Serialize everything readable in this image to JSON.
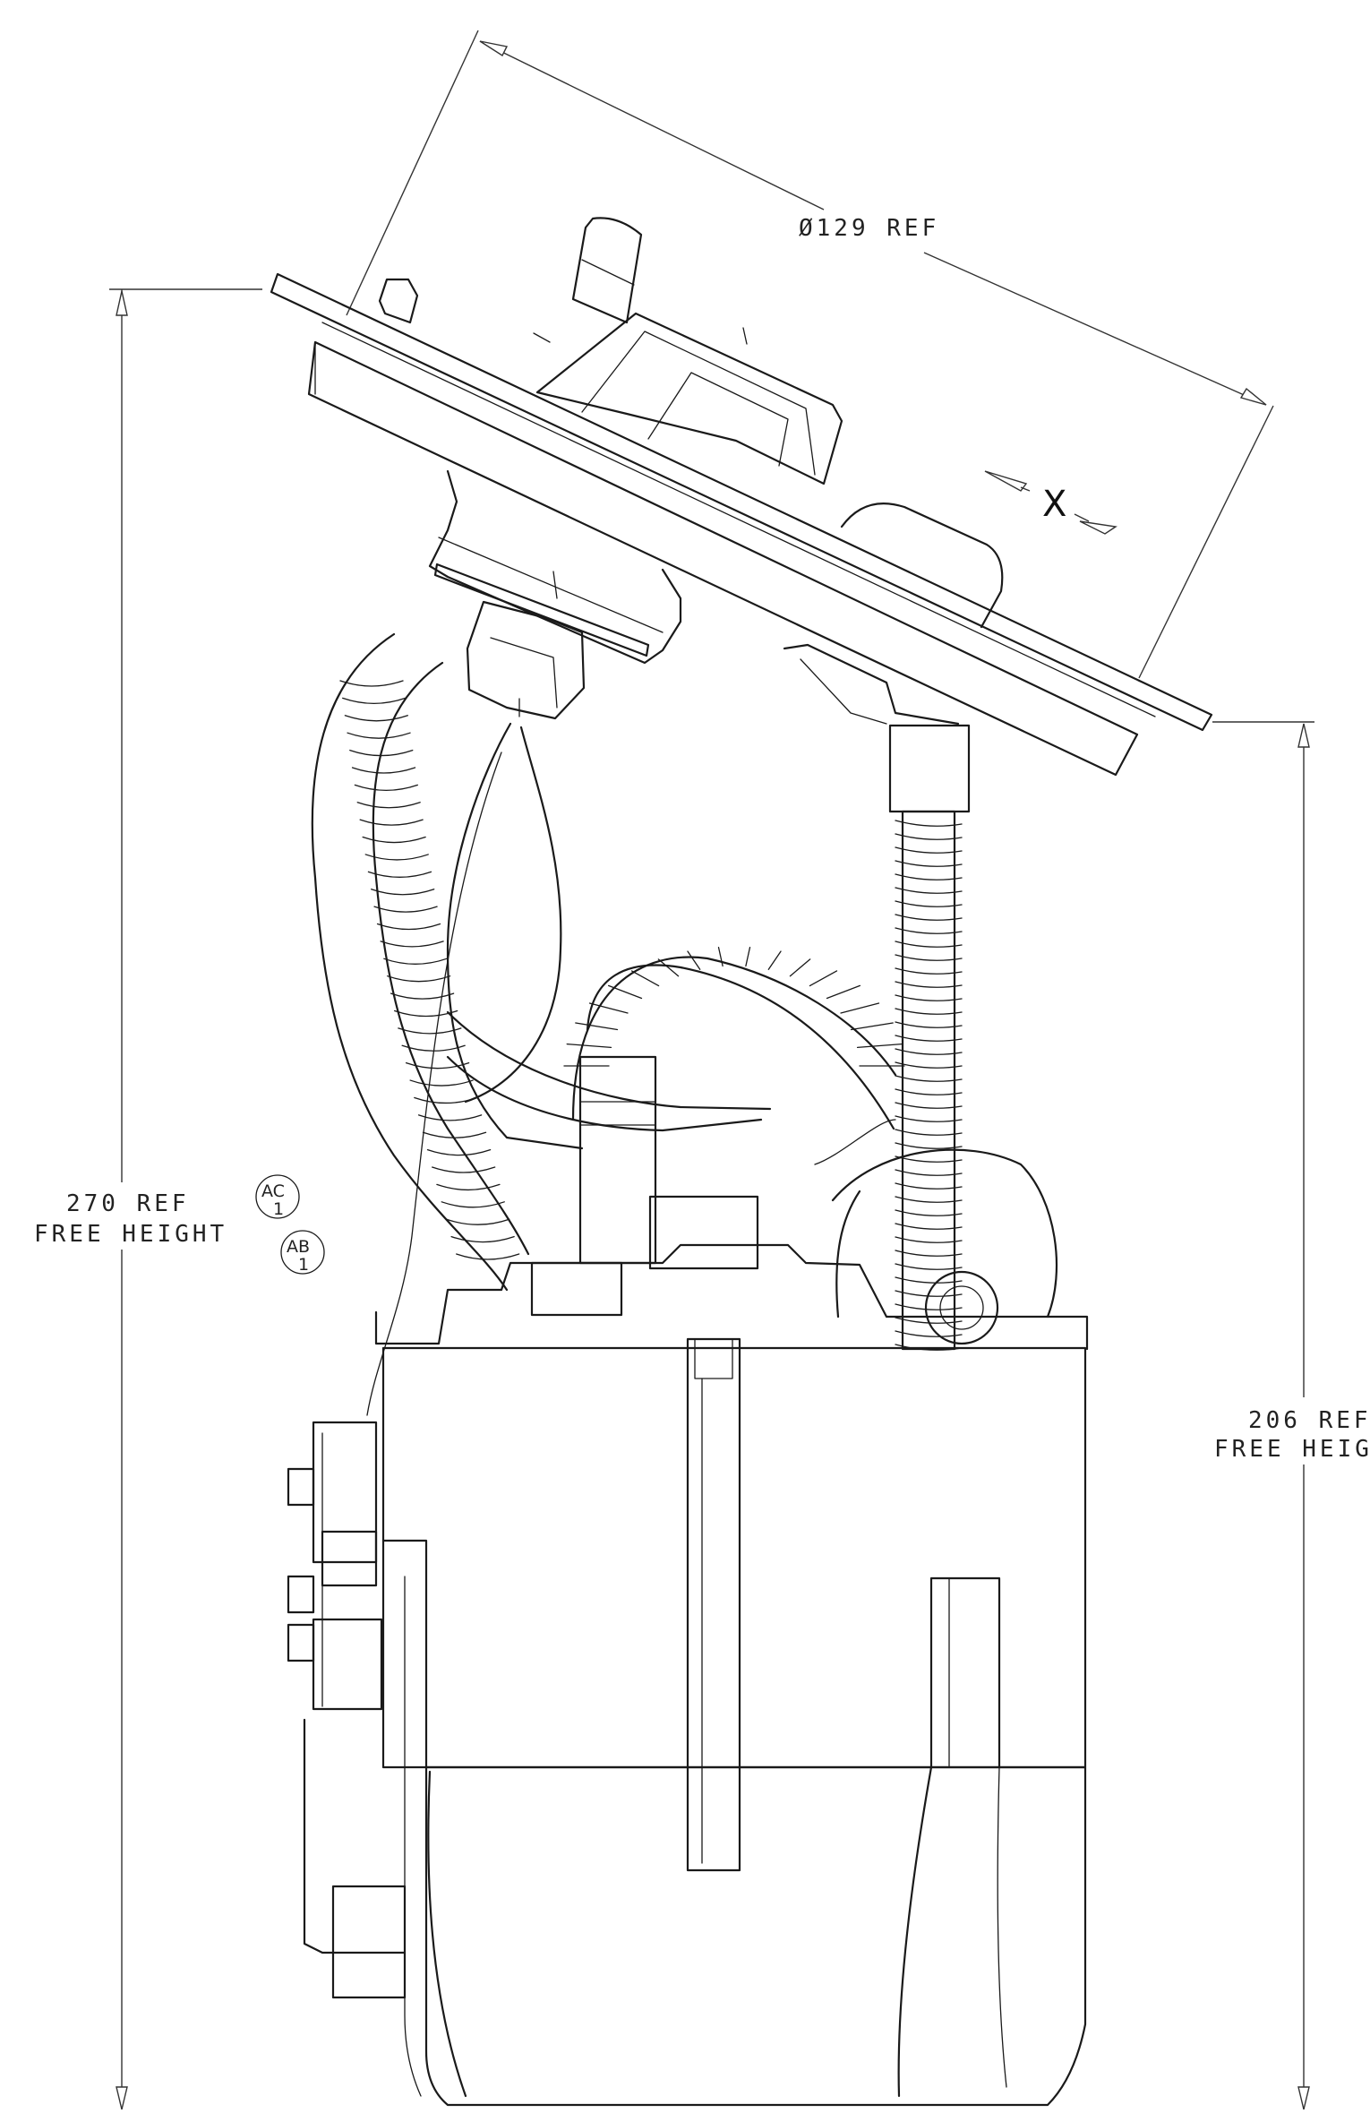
{
  "drawing": {
    "diameter_dim": "Ø129 REF",
    "view_label": "X",
    "left_height": {
      "line1": "270 REF",
      "line2": "FREE HEIGHT"
    },
    "right_height": {
      "line1": "206 REF",
      "line2": "FREE HEIG"
    },
    "balloon_ac": {
      "top": "AC",
      "bottom": "1"
    },
    "balloon_ab": {
      "top": "AB",
      "bottom": "1"
    }
  }
}
